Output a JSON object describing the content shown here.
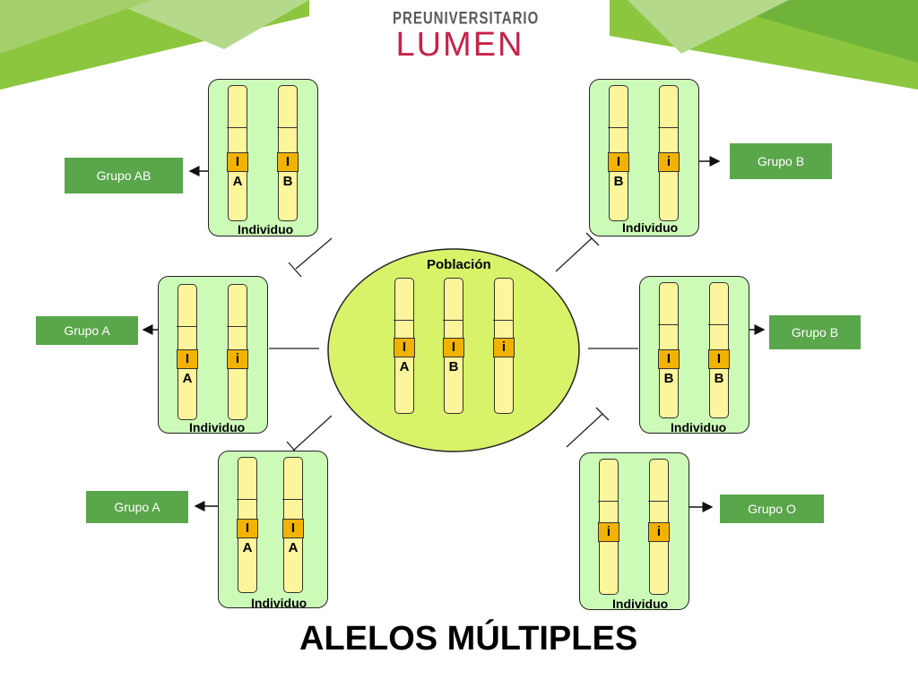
{
  "brand": {
    "top": "PREUNIVERSITARIO",
    "main": "LUMEN"
  },
  "title": "ALELOS MÚLTIPLES",
  "poblacion": {
    "label": "Población",
    "alleles": [
      [
        "I",
        "A"
      ],
      [
        "I",
        "B"
      ],
      [
        "i",
        ""
      ]
    ]
  },
  "individuals": [
    {
      "label": "Individuo",
      "alleles": [
        [
          "I",
          "A"
        ],
        [
          "I",
          "B"
        ]
      ],
      "group": "Grupo AB"
    },
    {
      "label": "Individuo",
      "alleles": [
        [
          "I",
          "B"
        ],
        [
          "i",
          ""
        ]
      ],
      "group": "Grupo B"
    },
    {
      "label": "Individuo",
      "alleles": [
        [
          "I",
          "A"
        ],
        [
          "i",
          ""
        ]
      ],
      "group": "Grupo A"
    },
    {
      "label": "Individuo",
      "alleles": [
        [
          "I",
          "B"
        ],
        [
          "I",
          "B"
        ]
      ],
      "group": "Grupo B"
    },
    {
      "label": "Individuo",
      "alleles": [
        [
          "I",
          "A"
        ],
        [
          "I",
          "A"
        ]
      ],
      "group": "Grupo A"
    },
    {
      "label": "Individuo",
      "alleles": [
        [
          "i",
          ""
        ],
        [
          "i",
          ""
        ]
      ],
      "group": "Grupo O"
    }
  ],
  "colors": {
    "card": "#ccfbb8",
    "chromosome": "#fdf59c",
    "band": "#f2b200",
    "group_box": "#5aa64b",
    "brand": "#c6224a",
    "ellipse": "#d8f26a"
  }
}
